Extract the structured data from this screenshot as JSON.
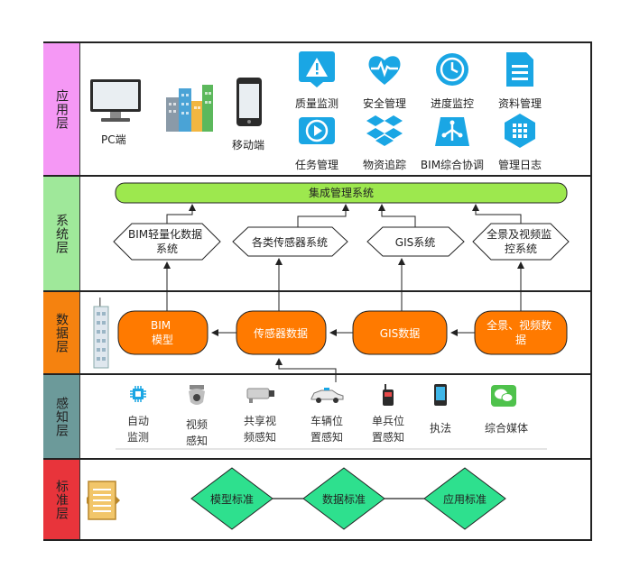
{
  "layers": {
    "app": "应用层",
    "sys": "系统层",
    "data": "数据层",
    "sense": "感知层",
    "std": "标准层"
  },
  "app_layer": {
    "pc": "PC端",
    "mobile": "移动端",
    "items": [
      "质量监测",
      "安全管理",
      "进度监控",
      "资料管理",
      "任务管理",
      "物资追踪",
      "BIM综合协调",
      "管理日志"
    ]
  },
  "sys_layer": {
    "bar": "集成管理系统",
    "systems": [
      "BIM轻量化数据\n系统",
      "各类传感器系统",
      "GIS系统",
      "全景及视频监\n控系统"
    ]
  },
  "data_layer": {
    "nodes": [
      "BIM\n模型",
      "传感器数据",
      "GIS数据",
      "全景、视频数\n据"
    ]
  },
  "sense_layer": {
    "items": [
      "自动\n监测",
      "视频\n感知",
      "共享视\n频感知",
      "车辆位\n置感知",
      "单兵位\n置感知",
      "执法",
      "综合媒体"
    ]
  },
  "std_layer": {
    "standards": [
      "模型标准",
      "数据标准",
      "应用标准"
    ]
  },
  "colors": {
    "app": "#f598f5",
    "sys": "#9fe89a",
    "data": "#f5820f",
    "sense": "#6c9a9a",
    "std": "#e8343b",
    "accent": "#1aa6e4",
    "bar": "#9de84e",
    "node": "#ff7a00",
    "diamond": "#2ee08e"
  }
}
